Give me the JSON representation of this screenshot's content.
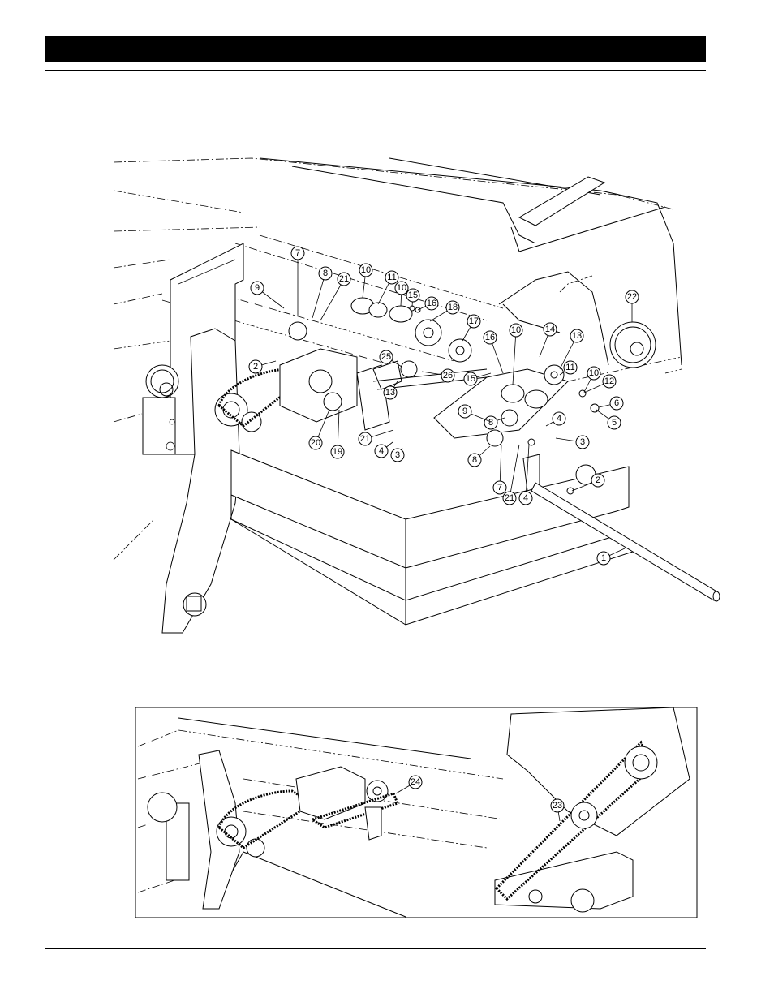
{
  "header": {
    "title": ""
  },
  "main_view": {
    "callouts": [
      {
        "label": "1"
      },
      {
        "label": "2"
      },
      {
        "label": "2"
      },
      {
        "label": "3"
      },
      {
        "label": "3"
      },
      {
        "label": "4"
      },
      {
        "label": "4"
      },
      {
        "label": "4"
      },
      {
        "label": "5"
      },
      {
        "label": "6"
      },
      {
        "label": "7"
      },
      {
        "label": "7"
      },
      {
        "label": "8"
      },
      {
        "label": "8"
      },
      {
        "label": "8"
      },
      {
        "label": "9"
      },
      {
        "label": "9"
      },
      {
        "label": "10"
      },
      {
        "label": "10"
      },
      {
        "label": "10"
      },
      {
        "label": "10"
      },
      {
        "label": "11"
      },
      {
        "label": "11"
      },
      {
        "label": "12"
      },
      {
        "label": "13"
      },
      {
        "label": "13"
      },
      {
        "label": "14"
      },
      {
        "label": "15"
      },
      {
        "label": "15"
      },
      {
        "label": "16"
      },
      {
        "label": "16"
      },
      {
        "label": "17"
      },
      {
        "label": "18"
      },
      {
        "label": "19"
      },
      {
        "label": "20"
      },
      {
        "label": "21"
      },
      {
        "label": "21"
      },
      {
        "label": "21"
      },
      {
        "label": "22"
      },
      {
        "label": "25"
      },
      {
        "label": "26"
      }
    ]
  },
  "inset_view": {
    "callouts": [
      {
        "label": "23"
      },
      {
        "label": "24"
      }
    ]
  }
}
